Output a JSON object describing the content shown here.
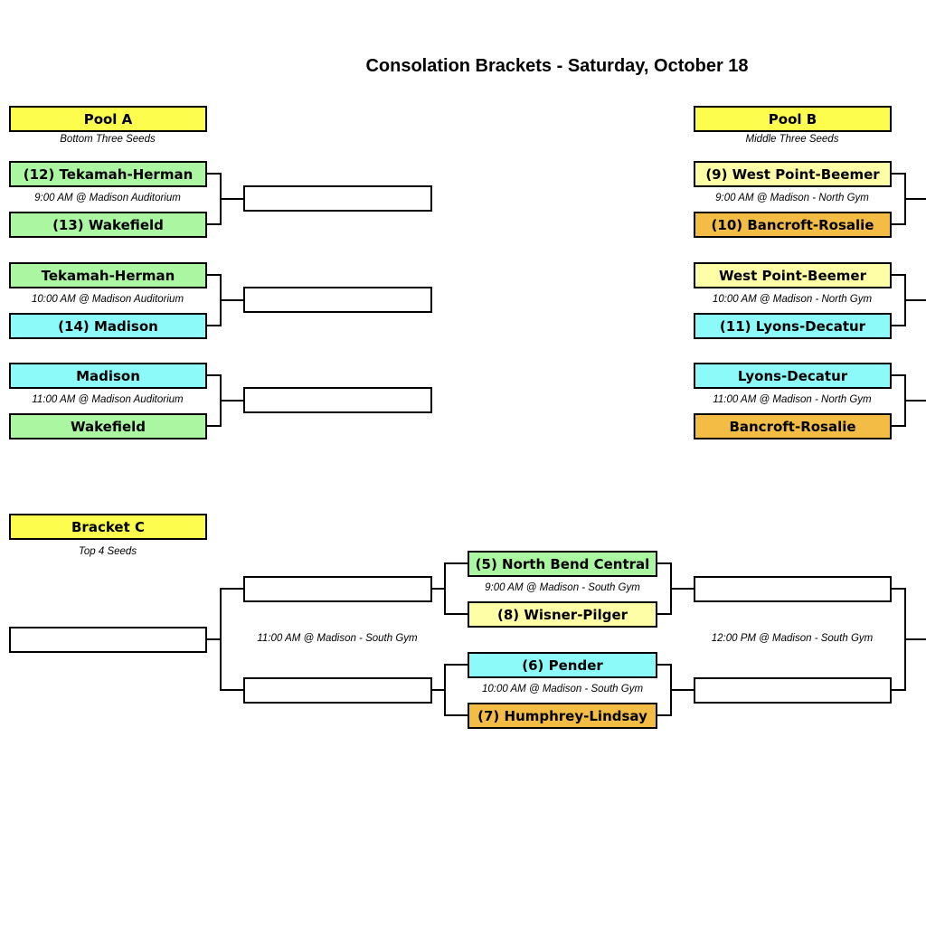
{
  "title": "Consolation Brackets - Saturday, October 18",
  "pool_a": {
    "header": "Pool A",
    "subtitle": "Bottom Three Seeds",
    "games": [
      {
        "team1": "(12) Tekamah-Herman",
        "time": "9:00 AM @ Madison Auditorium",
        "team2": "(13) Wakefield"
      },
      {
        "team1": "Tekamah-Herman",
        "time": "10:00 AM @ Madison Auditorium",
        "team2": "(14) Madison"
      },
      {
        "team1": "Madison",
        "time": "11:00 AM @ Madison Auditorium",
        "team2": "Wakefield"
      }
    ]
  },
  "pool_b": {
    "header": "Pool B",
    "subtitle": "Middle Three Seeds",
    "games": [
      {
        "team1": "(9) West Point-Beemer",
        "time": "9:00 AM @ Madison - North Gym",
        "team2": "(10) Bancroft-Rosalie"
      },
      {
        "team1": "West Point-Beemer",
        "time": "10:00 AM @ Madison - North Gym",
        "team2": "(11) Lyons-Decatur"
      },
      {
        "team1": "Lyons-Decatur",
        "time": "11:00 AM @ Madison - North Gym",
        "team2": "Bancroft-Rosalie"
      }
    ]
  },
  "bracket_c": {
    "header": "Bracket C",
    "subtitle": "Top 4 Seeds",
    "first_round": [
      {
        "team1": "(5) North Bend Central",
        "time": "9:00 AM @ Madison  - South Gym",
        "team2": "(8) Wisner-Pilger"
      },
      {
        "team1": "(6) Pender",
        "time": "10:00 AM @ Madison  - South Gym",
        "team2": "(7) Humphrey-Lindsay"
      }
    ],
    "left_semis_time": "11:00 AM @ Madison  - South Gym",
    "right_semis_time": "12:00 PM @ Madison  - South Gym"
  },
  "colors": {
    "yellow": "#fdfd4e",
    "light_yellow": "#fefea6",
    "green": "#abf7a1",
    "cyan": "#8dfafa",
    "orange": "#f3bc45"
  }
}
